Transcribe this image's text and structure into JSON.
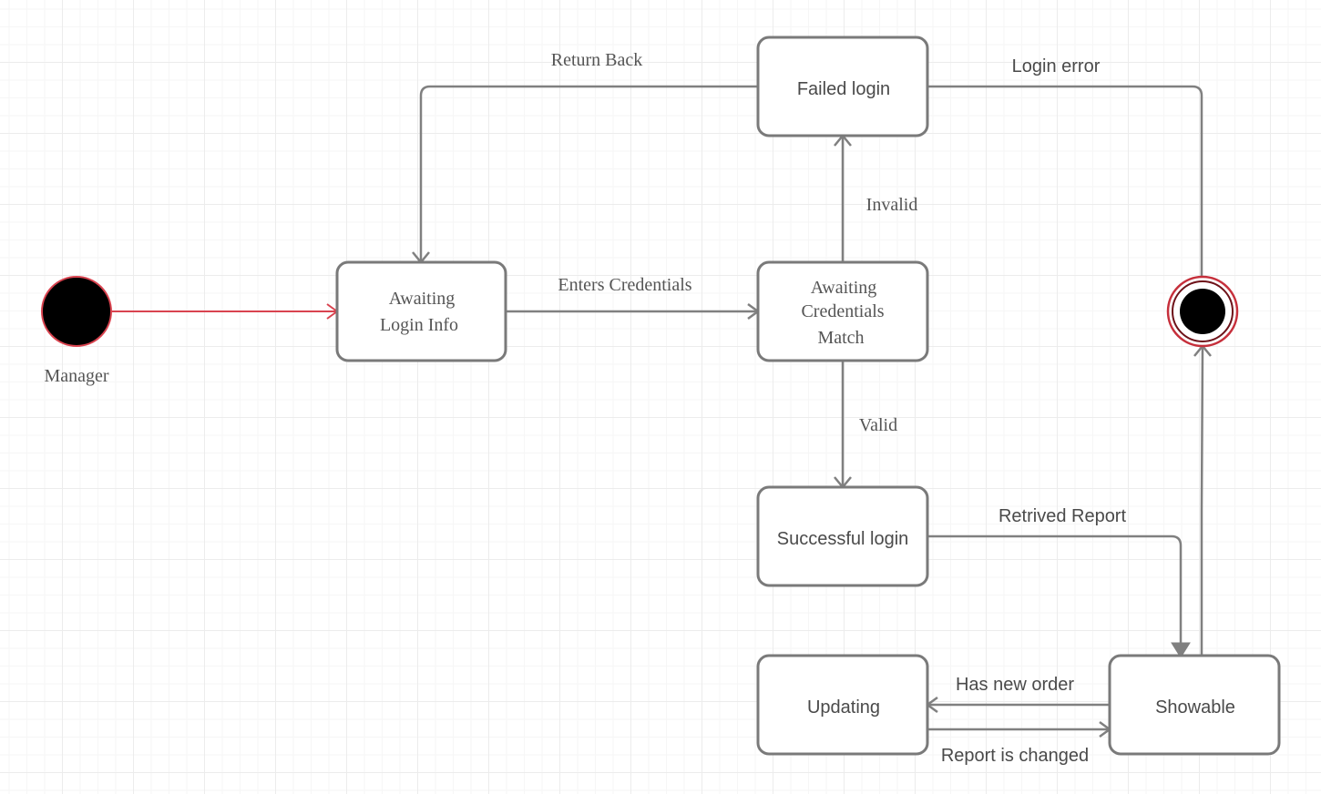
{
  "diagram": {
    "actor_label": "Manager",
    "states": {
      "awaiting_login": {
        "line1": "Awaiting",
        "line2": "Login Info"
      },
      "awaiting_match": {
        "line1": "Awaiting",
        "line2": "Credentials",
        "line3": "Match"
      },
      "failed_login": "Failed login",
      "successful_login": "Successful login",
      "updating": "Updating",
      "showable": "Showable"
    },
    "transitions": {
      "return_back": "Return Back",
      "enters_credentials": "Enters Credentials",
      "invalid": "Invalid",
      "valid": "Valid",
      "login_error": "Login error",
      "retrived_report": "Retrived Report",
      "has_new_order": "Has new order",
      "report_is_changed": "Report is changed"
    },
    "colors": {
      "initial_node_fill": "#000000",
      "initial_node_stroke": "#d9434f",
      "final_node_ring": "#c62f3b",
      "start_edge": "#d9434f",
      "edge": "#808080",
      "state_border": "#7a7a7a"
    }
  }
}
